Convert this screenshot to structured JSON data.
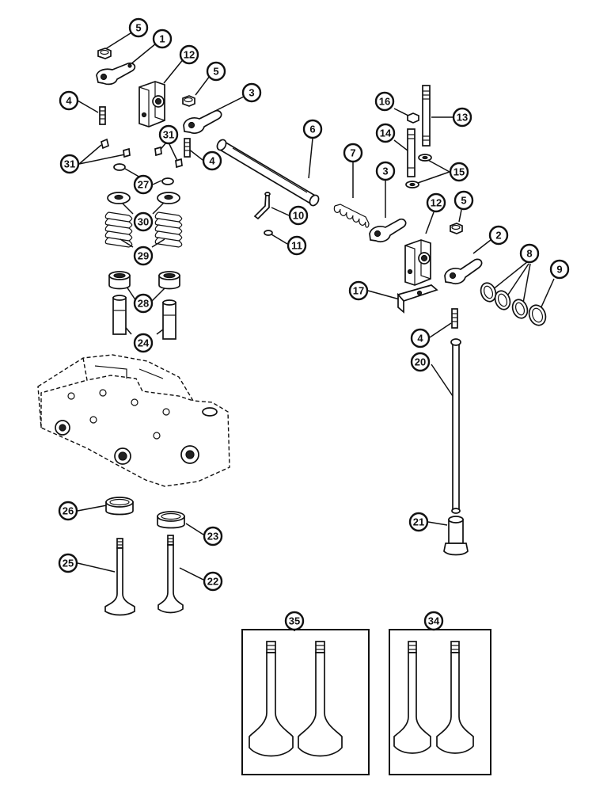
{
  "callouts": {
    "c1": "1",
    "c2": "2",
    "c3a": "3",
    "c3b": "3",
    "c4a": "4",
    "c4b": "4",
    "c4c": "4",
    "c5a": "5",
    "c5b": "5",
    "c5c": "5",
    "c6": "6",
    "c7": "7",
    "c8": "8",
    "c9": "9",
    "c10": "10",
    "c11": "11",
    "c12a": "12",
    "c12b": "12",
    "c13": "13",
    "c14": "14",
    "c15": "15",
    "c16": "16",
    "c17": "17",
    "c20": "20",
    "c21": "21",
    "c22": "22",
    "c23": "23",
    "c24": "24",
    "c25": "25",
    "c26": "26",
    "c27": "27",
    "c28": "28",
    "c29": "29",
    "c30": "30",
    "c31a": "31",
    "c31b": "31",
    "c34": "34",
    "c35": "35"
  }
}
